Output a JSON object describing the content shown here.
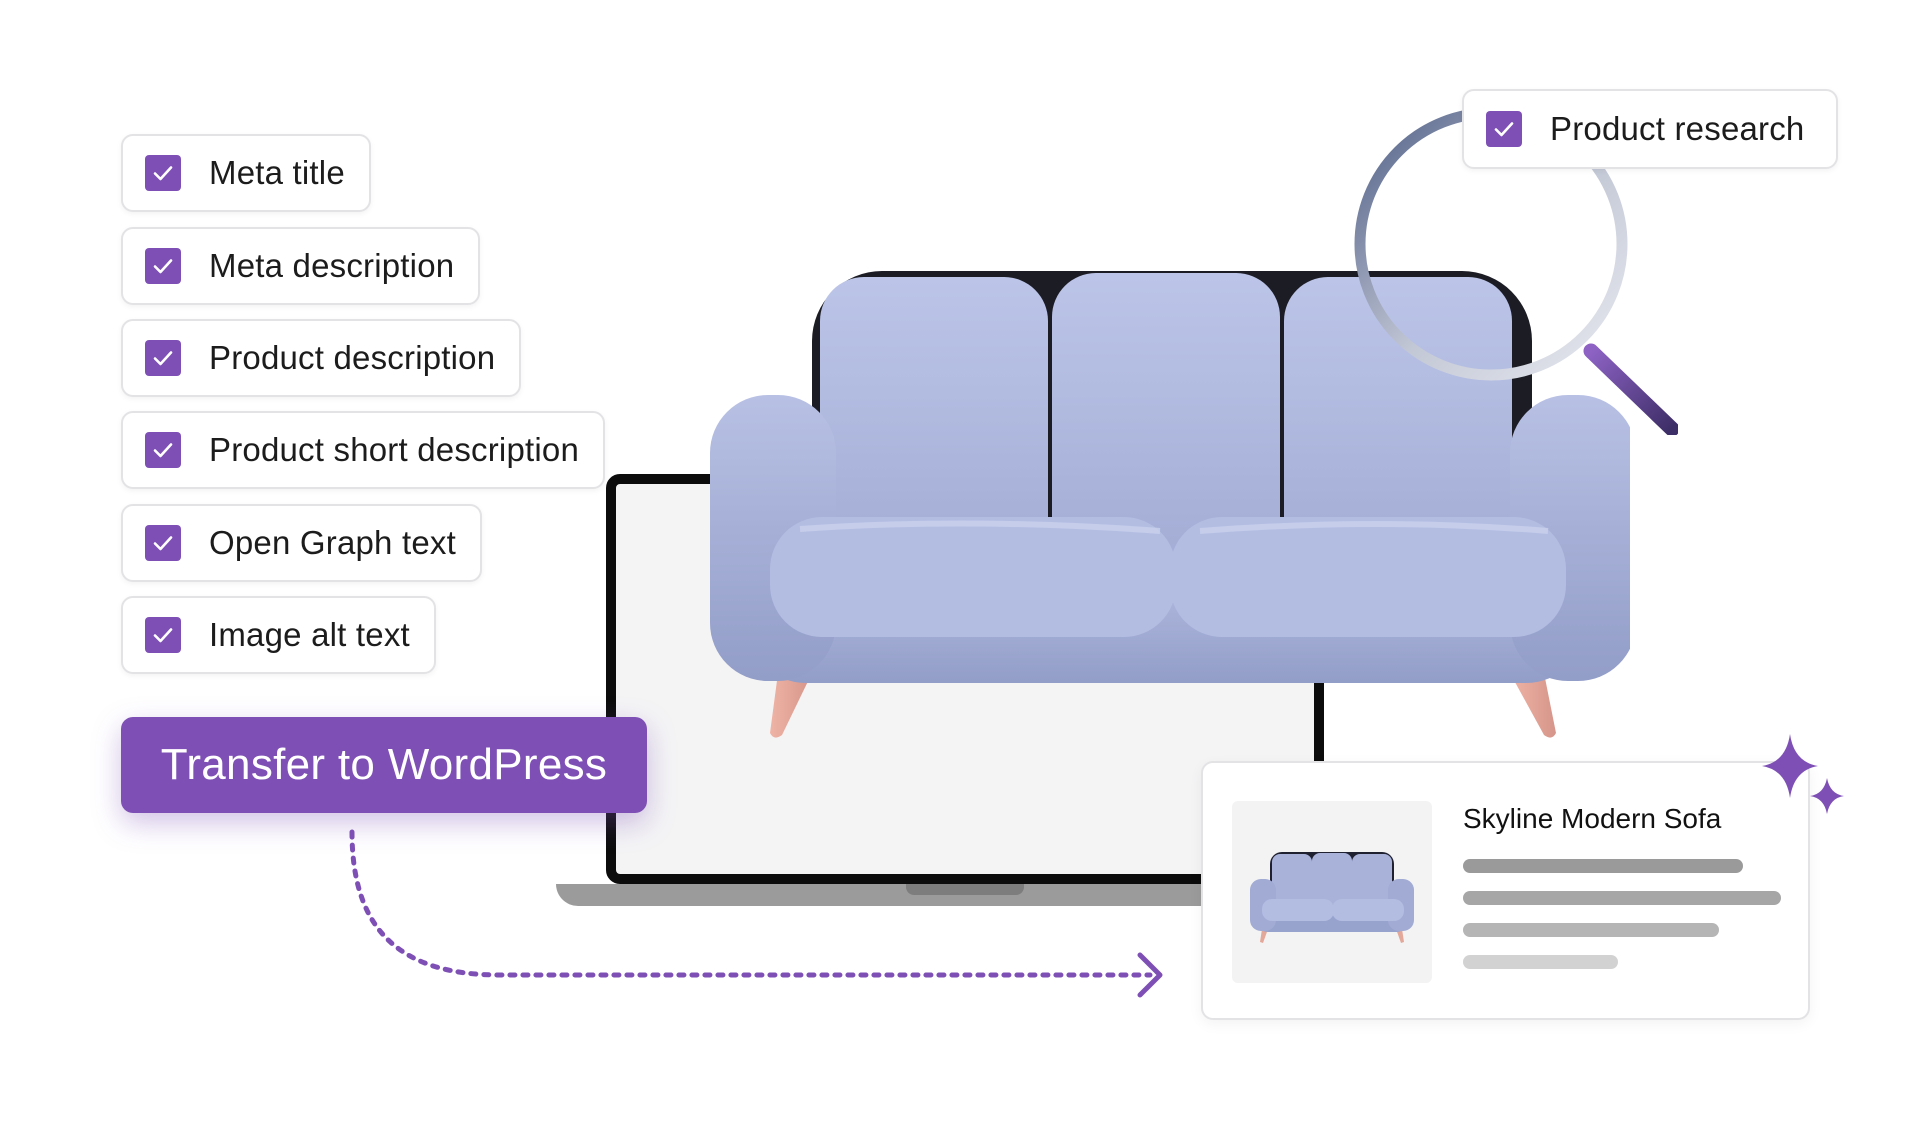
{
  "checklist": [
    {
      "label": "Meta title",
      "checked": true
    },
    {
      "label": "Meta description",
      "checked": true
    },
    {
      "label": "Product description",
      "checked": true
    },
    {
      "label": "Product short description",
      "checked": true
    },
    {
      "label": "Open Graph text",
      "checked": true
    },
    {
      "label": "Image alt text",
      "checked": true
    }
  ],
  "transfer_button": {
    "label": "Transfer to WordPress"
  },
  "research": {
    "label": "Product research",
    "checked": true
  },
  "product_card": {
    "title": "Skyline Modern Sofa"
  },
  "colors": {
    "accent": "#7e50b6",
    "sofa": "#aab4d8",
    "sofa_legs": "#e3a899",
    "text_lines": [
      "#9a9a9a",
      "#a6a6a6",
      "#b5b5b5",
      "#d2d2d2"
    ]
  },
  "icons": [
    "checkmark-icon",
    "magnifier-icon",
    "sparkle-icon",
    "sofa-image",
    "laptop-illustration",
    "dotted-arrow"
  ]
}
